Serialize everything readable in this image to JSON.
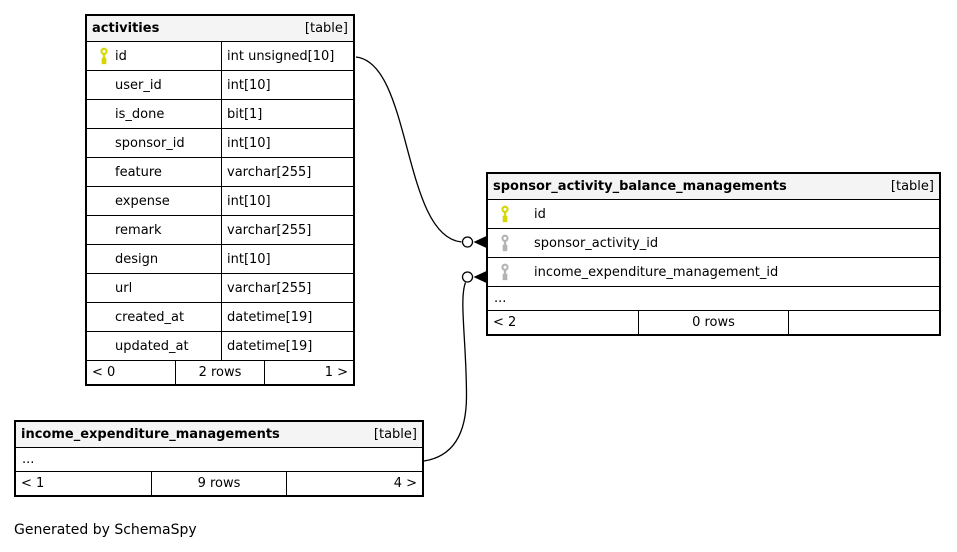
{
  "footer_note": "Generated by SchemaSpy",
  "colors": {
    "primary_key_icon": "#d6d600",
    "foreign_key_icon": "#b3b3b3",
    "table_header_bg": "#f4f4f4",
    "border": "#000000",
    "background": "#ffffff"
  },
  "tables": [
    {
      "title": "activities",
      "tag": "[table]",
      "columns": [
        {
          "name": "id",
          "type": "int unsigned[10]",
          "key": "primary"
        },
        {
          "name": "user_id",
          "type": "int[10]",
          "key": ""
        },
        {
          "name": "is_done",
          "type": "bit[1]",
          "key": ""
        },
        {
          "name": "sponsor_id",
          "type": "int[10]",
          "key": ""
        },
        {
          "name": "feature",
          "type": "varchar[255]",
          "key": ""
        },
        {
          "name": "expense",
          "type": "int[10]",
          "key": ""
        },
        {
          "name": "remark",
          "type": "varchar[255]",
          "key": ""
        },
        {
          "name": "design",
          "type": "int[10]",
          "key": ""
        },
        {
          "name": "url",
          "type": "varchar[255]",
          "key": ""
        },
        {
          "name": "created_at",
          "type": "datetime[19]",
          "key": ""
        },
        {
          "name": "updated_at",
          "type": "datetime[19]",
          "key": ""
        }
      ],
      "footer": {
        "left": "< 0",
        "center": "2 rows",
        "right": "1 >"
      }
    },
    {
      "title": "sponsor_activity_balance_managements",
      "tag": "[table]",
      "columns": [
        {
          "name": "id",
          "key": "primary"
        },
        {
          "name": "sponsor_activity_id",
          "key": "foreign"
        },
        {
          "name": "income_expenditure_management_id",
          "key": "foreign"
        }
      ],
      "ellipsis": "...",
      "footer": {
        "left": "< 2",
        "center": "0 rows",
        "right": ""
      }
    },
    {
      "title": "income_expenditure_managements",
      "tag": "[table]",
      "ellipsis": "...",
      "footer": {
        "left": "< 1",
        "center": "9 rows",
        "right": "4 >"
      }
    }
  ]
}
